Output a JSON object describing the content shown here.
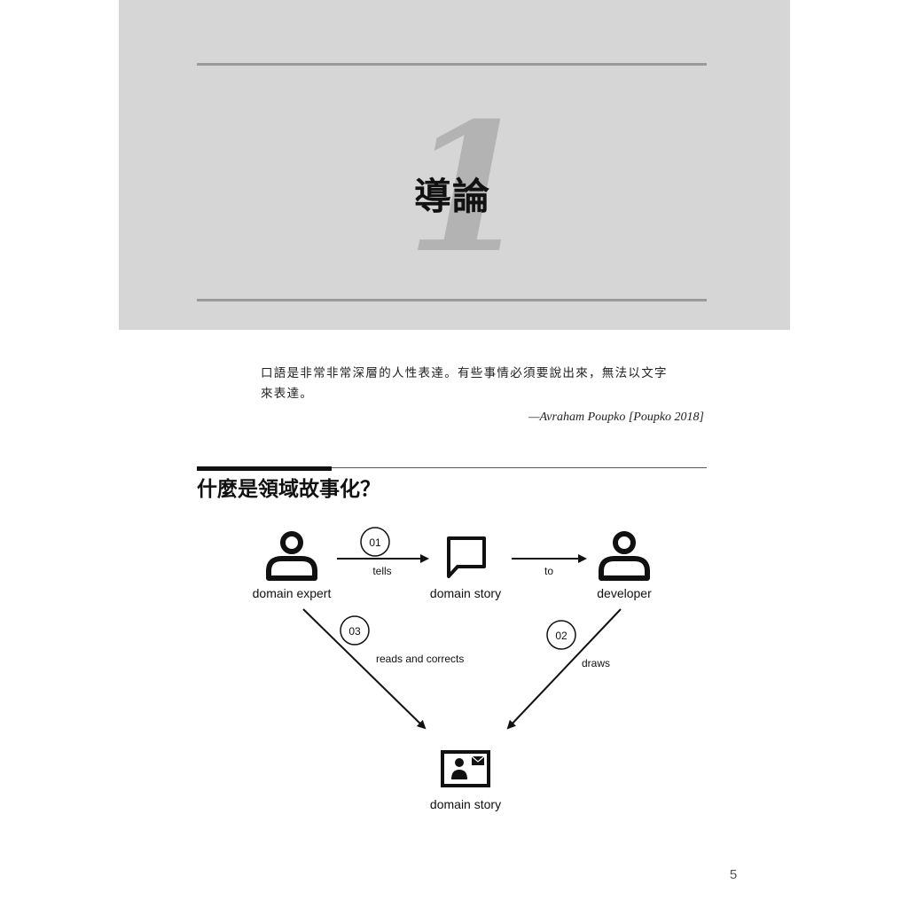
{
  "chapter": {
    "number": "1",
    "title": "導論"
  },
  "epigraph": {
    "line1": "口語是非常非常深層的人性表達。有些事情必須要說出來，無法以文字",
    "line2": "來表達。",
    "attribution": "—Avraham Poupko [Poupko 2018]"
  },
  "section": {
    "heading": "什麼是領域故事化？"
  },
  "diagram": {
    "nodes": {
      "expert": {
        "label": "domain expert",
        "icon": "person-icon"
      },
      "story_top": {
        "label": "domain story",
        "icon": "speech-bubble-icon"
      },
      "developer": {
        "label": "developer",
        "icon": "person-icon"
      },
      "story_bottom": {
        "label": "domain story",
        "icon": "contact-card-icon"
      }
    },
    "edges": {
      "step01": {
        "number": "01",
        "label": "tells"
      },
      "to": {
        "label": "to"
      },
      "step02": {
        "number": "02",
        "label": "draws"
      },
      "step03": {
        "number": "03",
        "label": "reads and corrects"
      }
    }
  },
  "page": {
    "number": "5"
  }
}
